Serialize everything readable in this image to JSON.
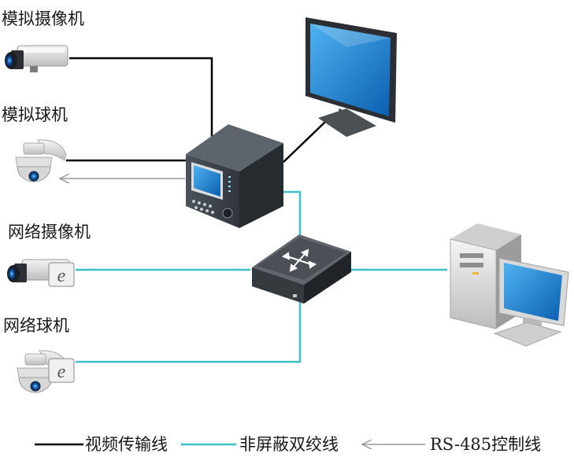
{
  "devices": {
    "analog_camera": "模拟摄像机",
    "analog_dome": "模拟球机",
    "network_camera": "网络摄像机",
    "network_dome": "网络球机"
  },
  "legend": {
    "video_line": "视频传输线",
    "utp_line": "非屏蔽双绞线",
    "rs485_line": "RS-485控制线"
  },
  "colors": {
    "video_line": "#000000",
    "utp_line": "#3cc1c8",
    "rs485_line": "#9a9a9a",
    "screen_blue": "#1e86d8",
    "dvr_body": "#3a4046"
  }
}
